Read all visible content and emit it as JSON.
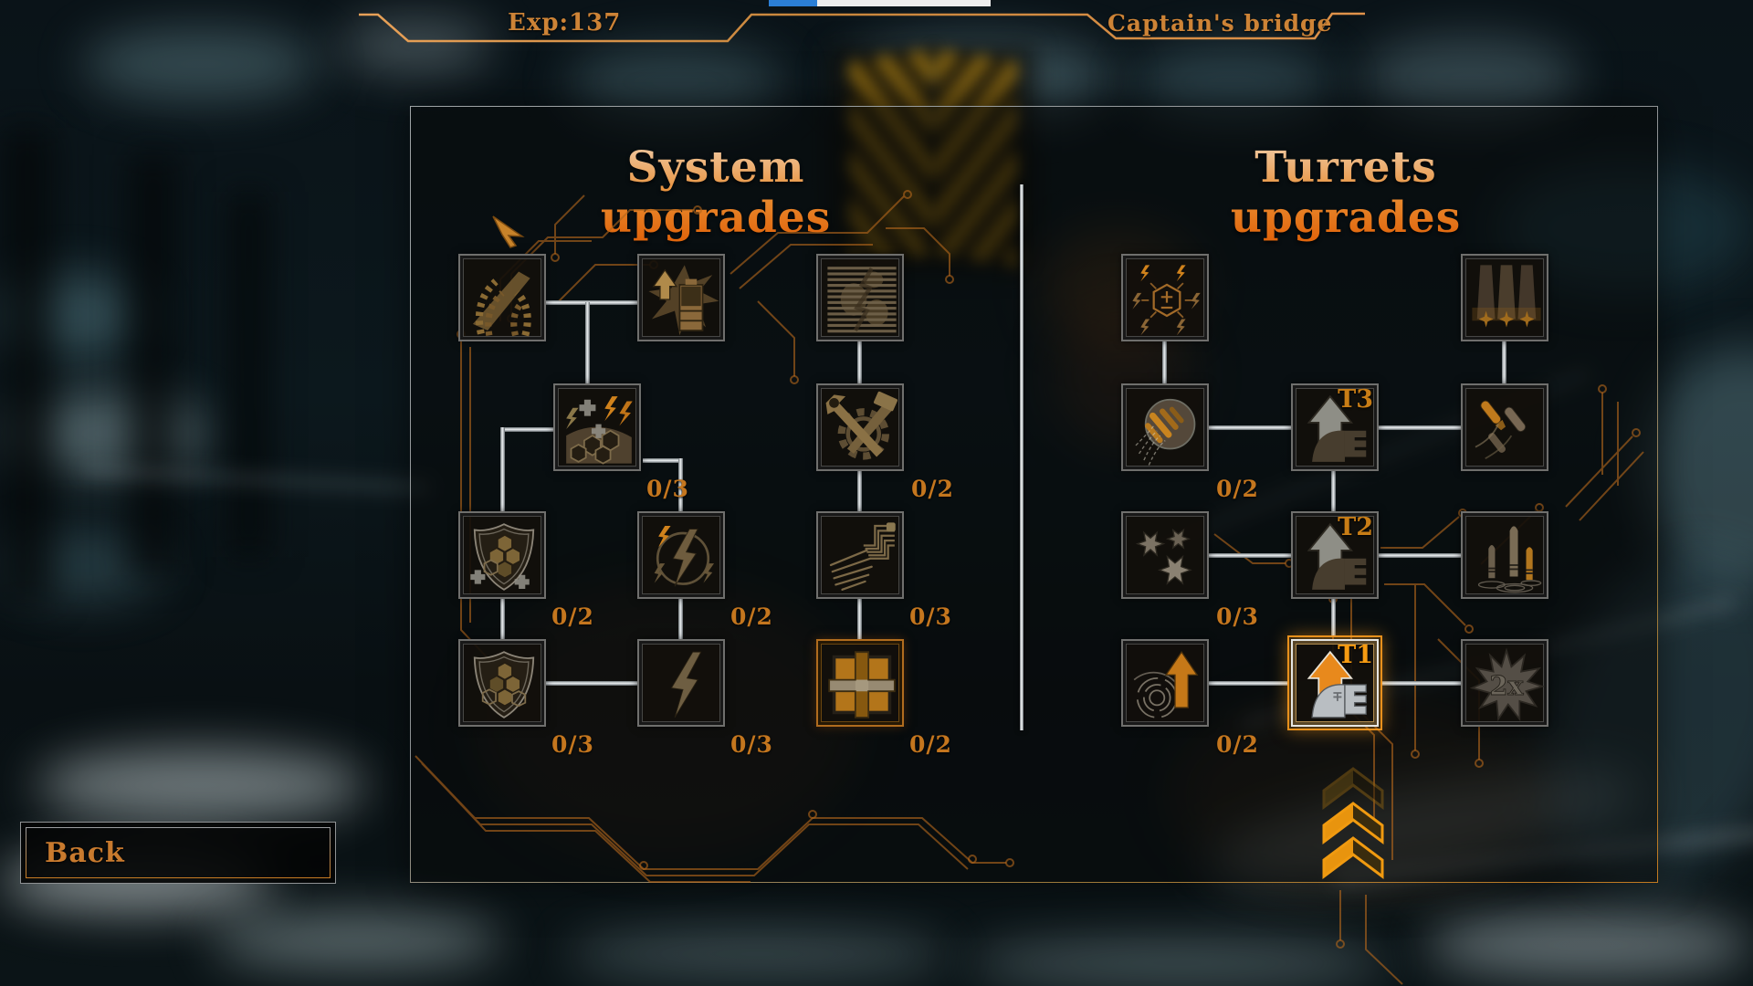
{
  "header": {
    "exp": "Exp:137",
    "location": "Captain's bridge"
  },
  "titles": {
    "left": "System upgrades",
    "right": "Turrets upgrades"
  },
  "back": {
    "label": "Back"
  },
  "left_tree": {
    "title": "System upgrades",
    "nodes": [
      {
        "name": "rank-laurel",
        "count": ""
      },
      {
        "name": "battery-boost",
        "count": ""
      },
      {
        "name": "armor-shutters",
        "count": ""
      },
      {
        "name": "shield-dome",
        "count": "0/3"
      },
      {
        "name": "repair-tools",
        "count": "0/2"
      },
      {
        "name": "shield-plus",
        "count": "0/2"
      },
      {
        "name": "energy-surge",
        "count": "0/2"
      },
      {
        "name": "sensor-array",
        "count": "0/3"
      },
      {
        "name": "shield-hex",
        "count": "0/3"
      },
      {
        "name": "lightning-bolt",
        "count": "0/3"
      },
      {
        "name": "repair-kit",
        "count": "0/2"
      }
    ]
  },
  "right_tree": {
    "title": "Turrets upgrades",
    "nodes": [
      {
        "name": "energy-distribution",
        "count": ""
      },
      {
        "name": "orbital-beams",
        "count": ""
      },
      {
        "name": "shell-barrage",
        "count": "0/2"
      },
      {
        "name": "turret-tier-3",
        "tier": "T3"
      },
      {
        "name": "rockets",
        "count": ""
      },
      {
        "name": "star-shots",
        "count": "0/3"
      },
      {
        "name": "turret-tier-2",
        "tier": "T2"
      },
      {
        "name": "water-missiles",
        "count": ""
      },
      {
        "name": "radar-range",
        "count": "0/2"
      },
      {
        "name": "turret-tier-1",
        "tier": "T1",
        "selected": true
      },
      {
        "name": "double-shot",
        "label": "2x"
      }
    ]
  },
  "colors": {
    "accent": "#c8791c",
    "title_top": "#eec091",
    "title_bottom": "#e1660d",
    "count": "#c4761e",
    "deco_line": "#d79b54",
    "selected_glow": "#eb9119"
  }
}
